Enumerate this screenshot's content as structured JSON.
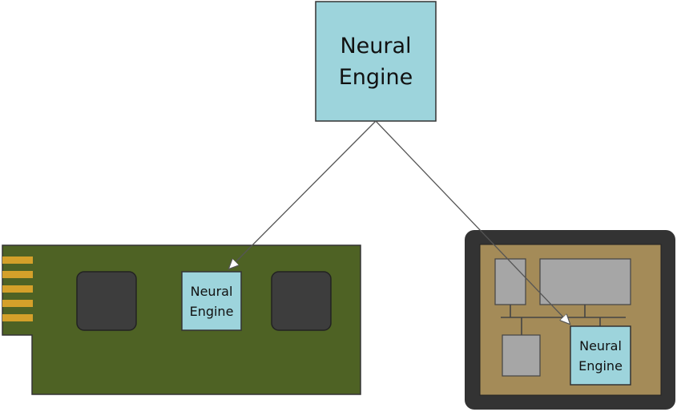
{
  "diagram": {
    "top_engine": {
      "line1": "Neural",
      "line2": "Engine"
    },
    "card_engine": {
      "line1": "Neural",
      "line2": "Engine"
    },
    "soc_engine": {
      "line1": "Neural",
      "line2": "Engine"
    }
  },
  "colors": {
    "engine_fill": "#9dd4dc",
    "pcb_green": "#4e6224",
    "gold_contacts": "#d4a02a",
    "chip_dark": "#3d3d3d",
    "soc_frame": "#333333",
    "soc_die": "#a48b58",
    "soc_block_gray": "#a6a6a6",
    "arrow_line": "#555555"
  }
}
